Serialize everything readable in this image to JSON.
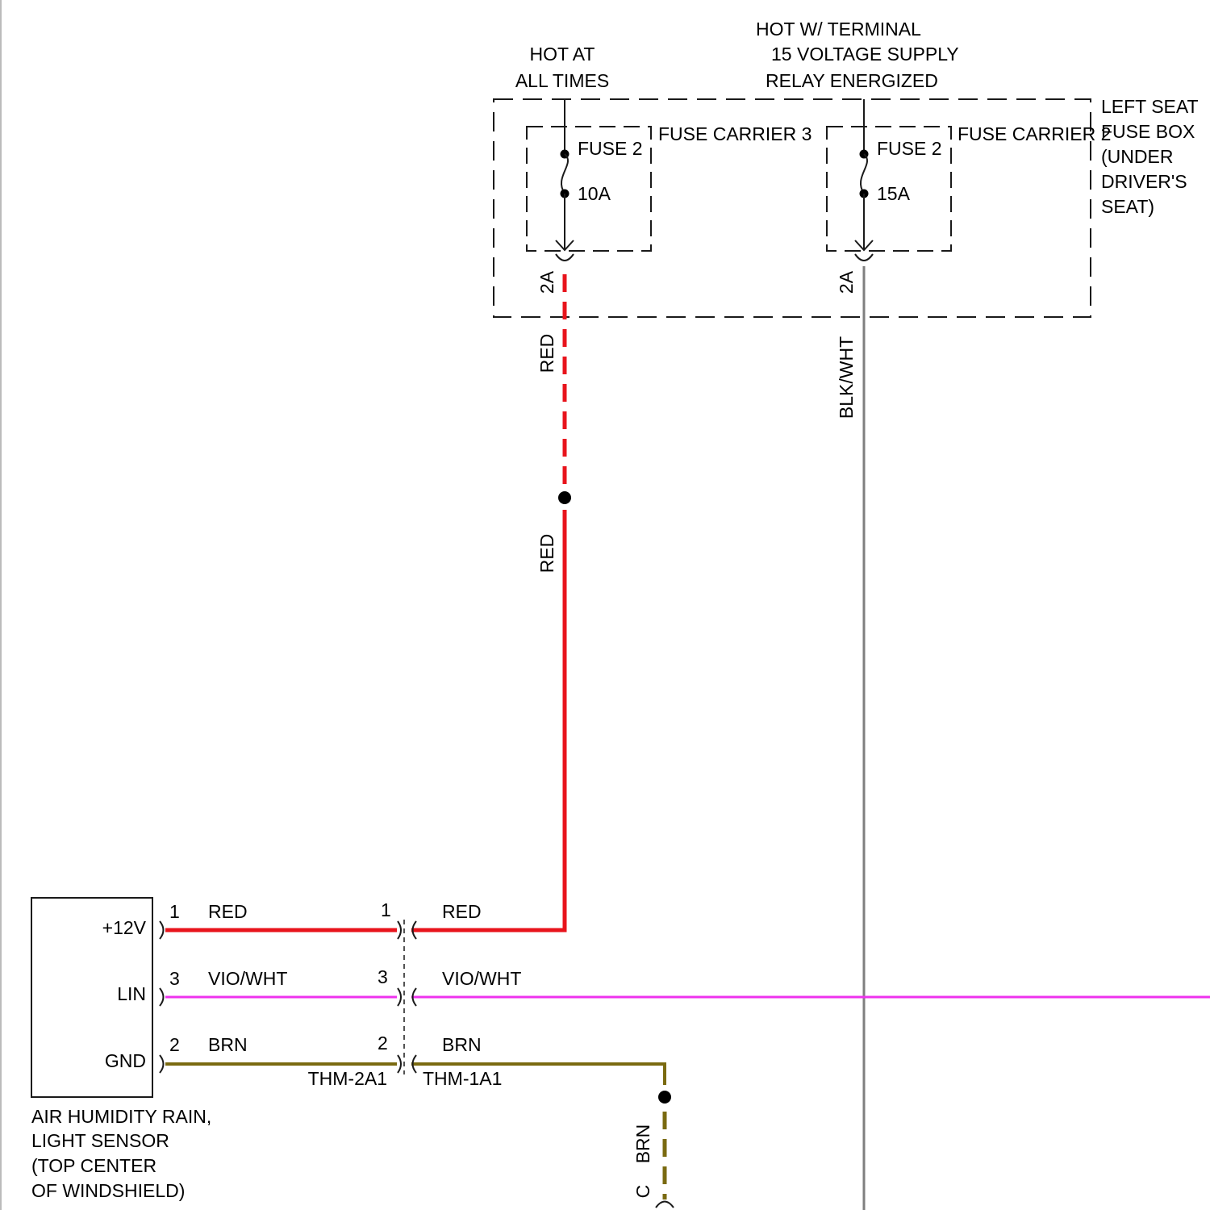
{
  "power_sources": {
    "hot_at_times": [
      "HOT AT",
      "ALL TIMES"
    ],
    "hot_relay": [
      "HOT W/ TERMINAL",
      "15 VOLTAGE SUPPLY",
      "RELAY ENERGIZED"
    ]
  },
  "fuse_box": {
    "label": [
      "LEFT SEAT",
      "FUSE BOX",
      "(UNDER",
      "DRIVER'S",
      "SEAT)"
    ],
    "carrier_3": {
      "label": "FUSE CARRIER 3",
      "fuse": "FUSE 2",
      "rating": "10A",
      "connector": "2A"
    },
    "carrier_2": {
      "label": "FUSE CARRIER 2",
      "fuse": "FUSE 2",
      "rating": "15A",
      "connector": "2A"
    }
  },
  "wires": {
    "red_fuse_vertical": "RED",
    "red_lower_vertical": "RED",
    "blk_wht_vertical": "BLK/WHT",
    "brn_vertical": "BRN",
    "red_left": "RED",
    "red_right": "RED",
    "vio_left": "VIO/WHT",
    "vio_right": "VIO/WHT",
    "brn_left": "BRN",
    "brn_right": "BRN"
  },
  "sensor": {
    "pins": [
      {
        "function": "+12V",
        "pin": "1"
      },
      {
        "function": "LIN",
        "pin": "3"
      },
      {
        "function": "GND",
        "pin": "2"
      }
    ],
    "label": [
      "AIR HUMIDITY RAIN,",
      "LIGHT SENSOR",
      "(TOP CENTER",
      "OF WINDSHIELD)"
    ]
  },
  "inline_connector": {
    "left_name": "THM-2A1",
    "right_name": "THM-1A1",
    "pins": [
      "1",
      "3",
      "2"
    ]
  },
  "ground_connector": "C",
  "colors": {
    "red": "#e8141c",
    "violet_white": "#ee33ee",
    "brown": "#7a6a10",
    "black_white": "#7f7f7f",
    "outline": "#1a1a1a"
  }
}
